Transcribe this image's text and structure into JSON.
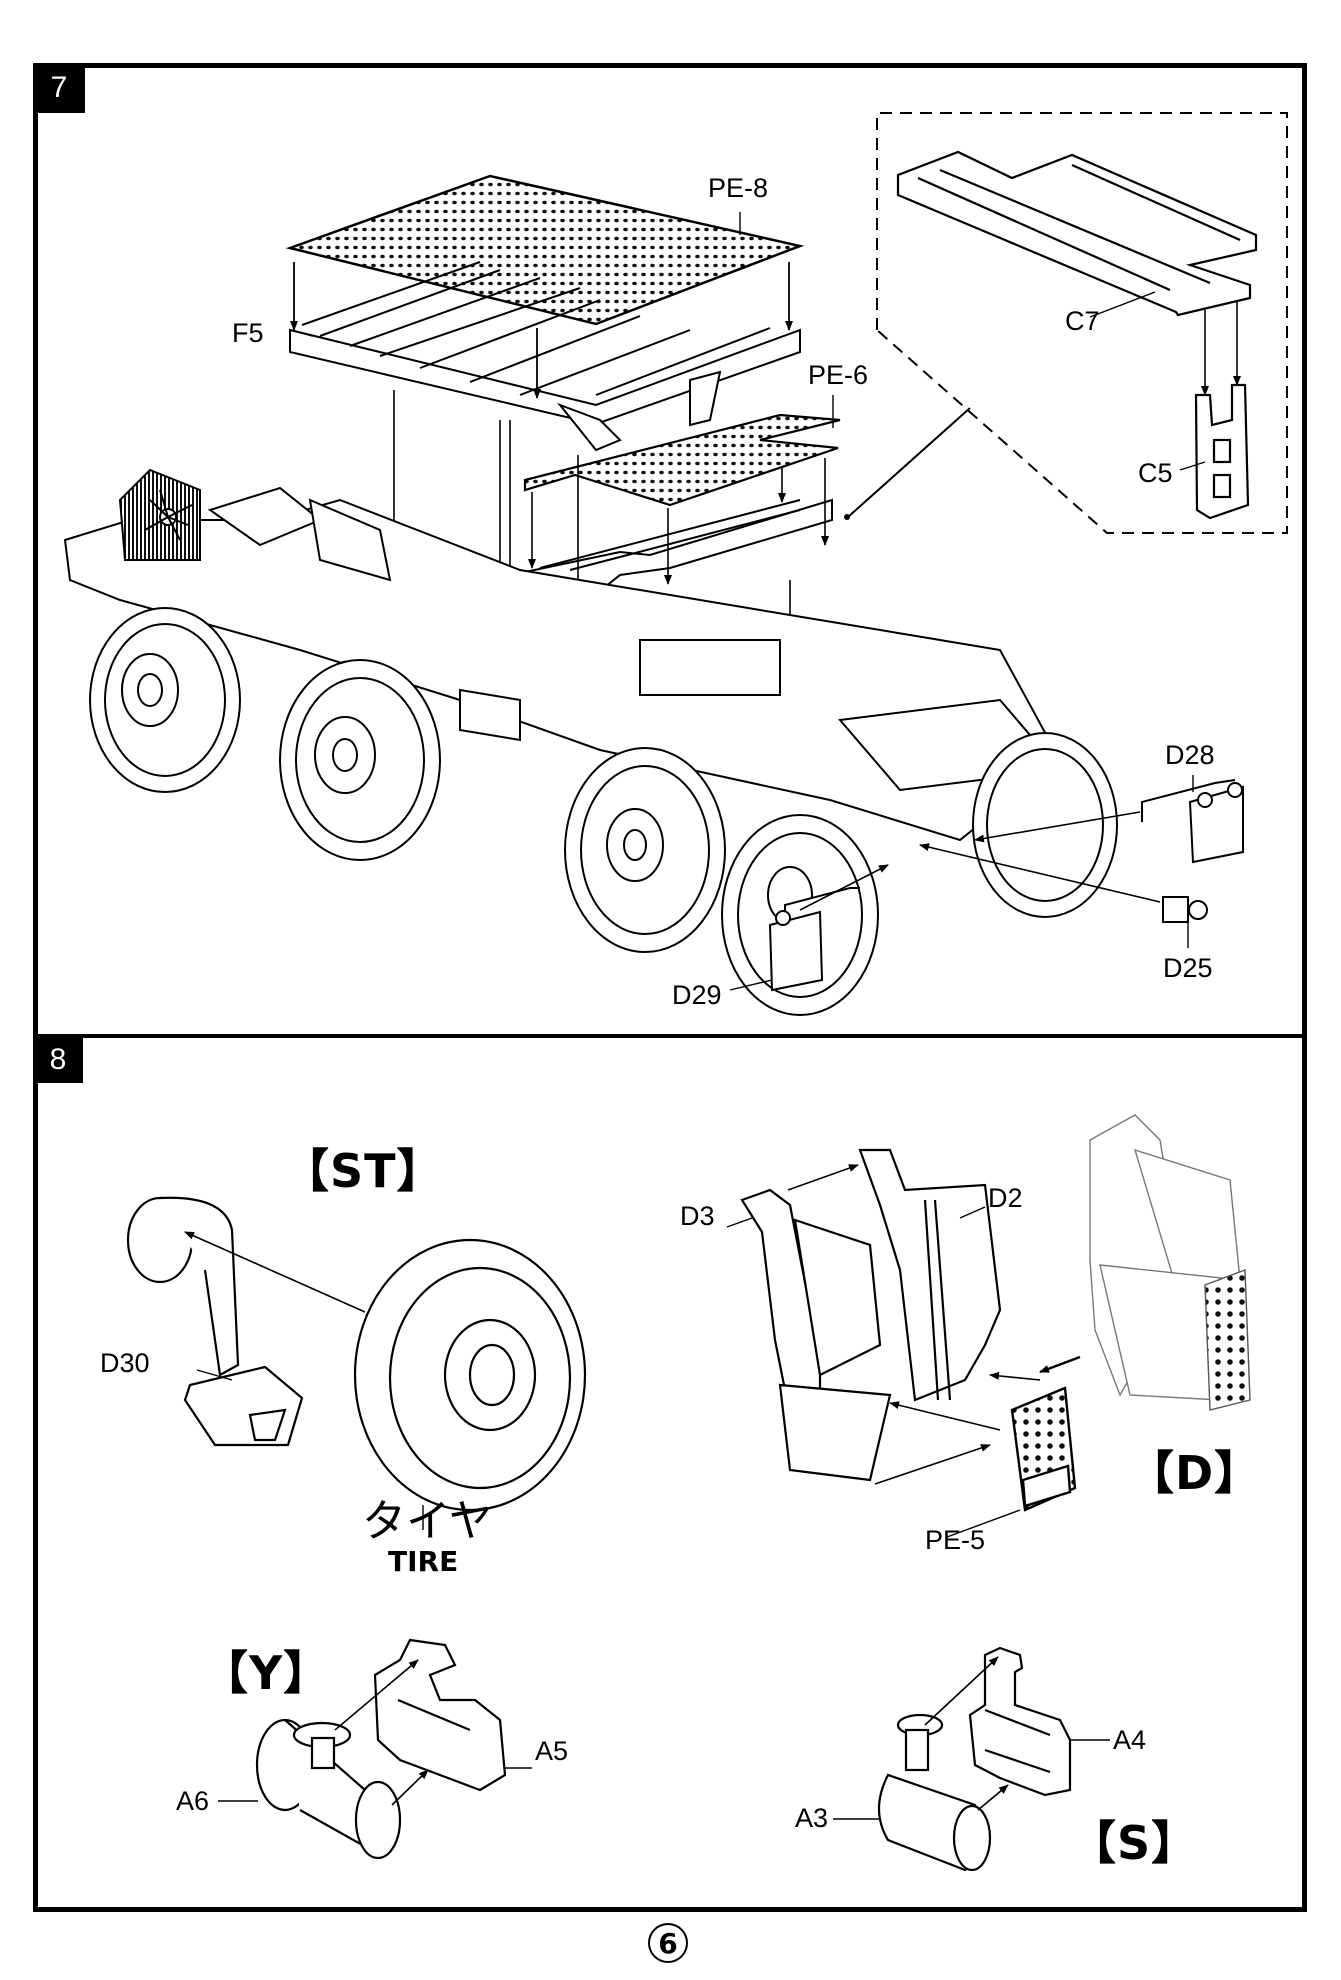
{
  "page": {
    "number": "6"
  },
  "steps": [
    {
      "number": "7",
      "labels": {
        "pe8": "PE-8",
        "f5": "F5",
        "pe6": "PE-6",
        "c7": "C7",
        "c5": "C5",
        "d28": "D28",
        "d25": "D25",
        "d29": "D29"
      }
    },
    {
      "number": "8",
      "groups": {
        "st": {
          "marker": "【ST】",
          "labels": {
            "d30": "D30",
            "tire_jp": "タイヤ",
            "tire_en": "TIRE"
          }
        },
        "d": {
          "marker": "【D】",
          "labels": {
            "d3": "D3",
            "d2": "D2",
            "pe5": "PE-5"
          }
        },
        "y": {
          "marker": "【Y】",
          "labels": {
            "a6": "A6",
            "a5": "A5"
          }
        },
        "s": {
          "marker": "【S】",
          "labels": {
            "a3": "A3",
            "a4": "A4"
          }
        }
      }
    }
  ]
}
